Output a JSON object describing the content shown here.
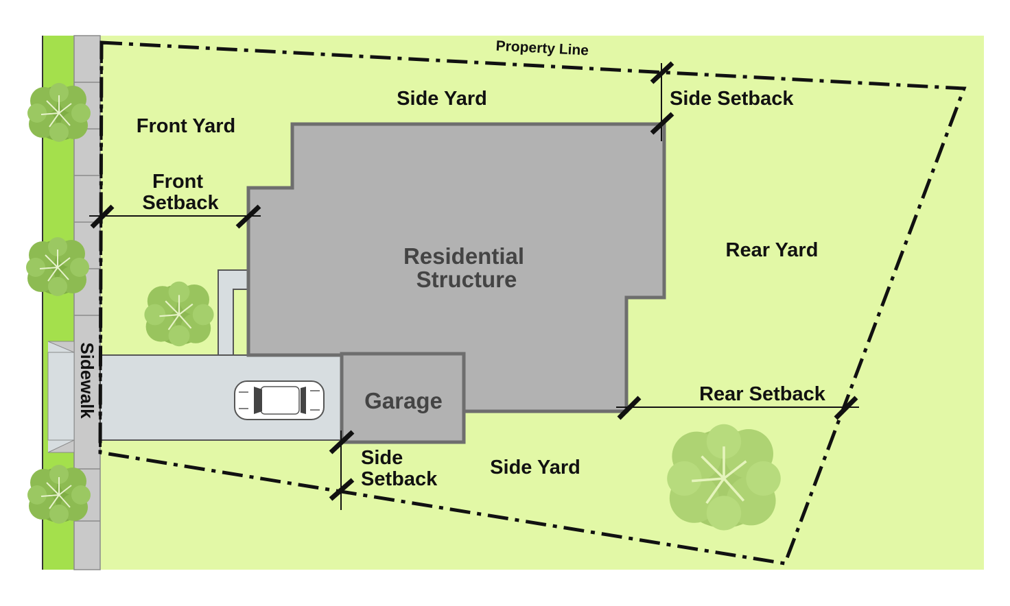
{
  "labels": {
    "property_line": "Property Line",
    "side_yard_top": "Side Yard",
    "side_setback_top": "Side Setback",
    "front_yard": "Front Yard",
    "front_setback_line1": "Front",
    "front_setback_line2": "Setback",
    "residential_line1": "Residential",
    "residential_line2": "Structure",
    "rear_yard": "Rear Yard",
    "rear_setback": "Rear Setback",
    "garage": "Garage",
    "sidewalk": "Sidewalk",
    "side_setback_bottom_line1": "Side",
    "side_setback_bottom_line2": "Setback",
    "side_yard_bottom": "Side Yard"
  },
  "colors": {
    "lot": "#e2f8a6",
    "grass_strip": "#a4e04c",
    "sidewalk": "#c9c9c9",
    "driveway": "#d7dde0",
    "building": "#b2b2b2",
    "building_outline": "#6e6e6e",
    "tree": "#8ab84d",
    "tree_light": "#a9d271"
  },
  "icons": [
    "tree-icon",
    "car-icon"
  ]
}
